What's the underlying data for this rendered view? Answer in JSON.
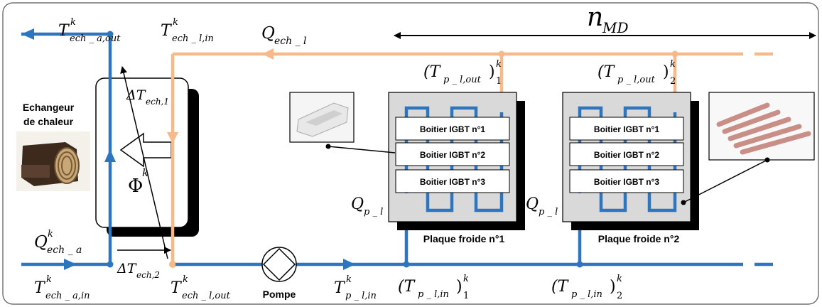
{
  "labels": {
    "t_ech_a_out": {
      "main": "T",
      "sup": "k",
      "sub": "ech _ a,out"
    },
    "t_ech_l_in": {
      "main": "T",
      "sup": "k",
      "sub": "ech _ l,in"
    },
    "q_ech_l": {
      "main": "Q",
      "sub": "ech _ l"
    },
    "n_md": {
      "main": "n",
      "sub": "MD"
    },
    "tp_out_1": {
      "main": "(T",
      "sub": "p _ l,out",
      "close": ")",
      "sub2": "1",
      "sup": "k"
    },
    "tp_out_2": {
      "main": "(T",
      "sub": "p _ l,out",
      "close": ")",
      "sub2": "2",
      "sup": "k"
    },
    "delta_t1": {
      "main": "ΔT",
      "sub": "ech,1"
    },
    "delta_t2": {
      "main": "ΔT",
      "sub": "ech,2"
    },
    "phi": {
      "main": "Φ",
      "sup": "k"
    },
    "q_ech_a": {
      "main": "Q",
      "sup": "k",
      "sub": "ech _ a"
    },
    "t_ech_a_in": {
      "main": "T",
      "sup": "k",
      "sub": "ech _ a,in"
    },
    "t_ech_l_out": {
      "main": "T",
      "sup": "k",
      "sub": "ech _ l,out"
    },
    "tp_in": {
      "main": "T",
      "sup": "k",
      "sub": "p _ l,in"
    },
    "tp_in_1": {
      "main": "(T",
      "sub": "p _ l,in",
      "close": ")",
      "sub2": "1",
      "sup": "k"
    },
    "tp_in_2": {
      "main": "(T",
      "sub": "p _ l,in",
      "close": ")",
      "sub2": "2",
      "sup": "k"
    },
    "qp_1": {
      "main": "Q",
      "sub": "p _ l"
    },
    "qp_2": {
      "main": "Q",
      "sub": "p _ l"
    }
  },
  "heat_exchanger_title": [
    "Echangeur",
    "de chaleur"
  ],
  "pump_label": "Pompe",
  "plates": [
    {
      "title": "Plaque froide n°1",
      "boxes": [
        "Boitier IGBT n°1",
        "Boitier IGBT n°2",
        "Boitier IGBT n°3"
      ]
    },
    {
      "title": "Plaque froide n°2",
      "boxes": [
        "Boitier IGBT n°1",
        "Boitier IGBT n°2",
        "Boitier IGBT n°3"
      ]
    }
  ],
  "colors": {
    "hot": "#f7b98a",
    "cold": "#2e75c0",
    "shadow": "#000000",
    "plate": "#d9d9d9"
  }
}
